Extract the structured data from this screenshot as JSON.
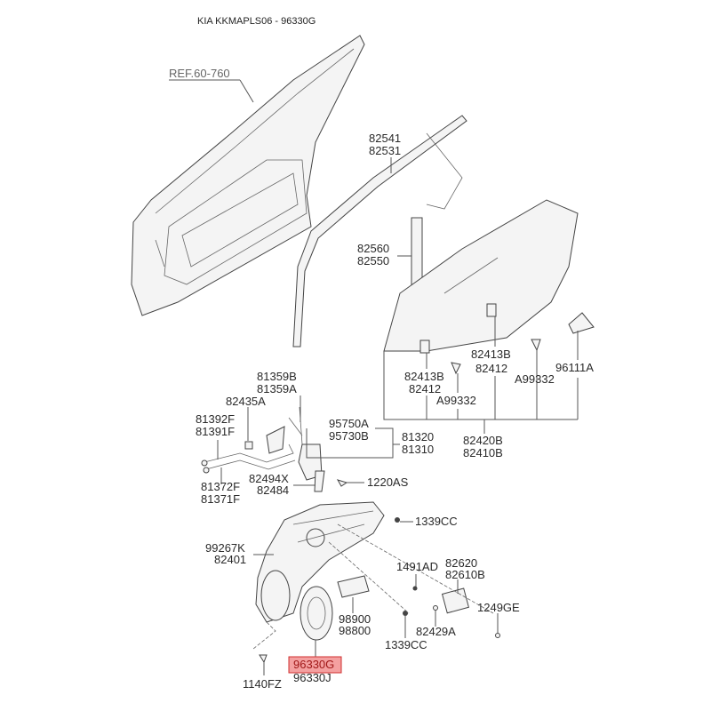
{
  "title": "KIA KKMAPLS06 - 96330G",
  "highlight_color": "#f08080",
  "labels": {
    "ref": "REF.60-760",
    "p82541": "82541",
    "p82531": "82531",
    "p82560": "82560",
    "p82550": "82550",
    "p82413B_r": "82413B",
    "p82412_r": "82412",
    "pA99332_r": "A99332",
    "p96111A": "96111A",
    "p82413B_l": "82413B",
    "p82412_l": "82412",
    "pA99332_l": "A99332",
    "p82420B": "82420B",
    "p82410B": "82410B",
    "p81359B": "81359B",
    "p81359A": "81359A",
    "p82435A": "82435A",
    "p81392F": "81392F",
    "p81391F": "81391F",
    "p95750A": "95750A",
    "p95730B": "95730B",
    "p81320": "81320",
    "p81310": "81310",
    "p82494X": "82494X",
    "p82484": "82484",
    "p1220AS": "1220AS",
    "p81372F": "81372F",
    "p81371F": "81371F",
    "p1339CC_a": "1339CC",
    "p99267K": "99267K",
    "p82401": "82401",
    "p1491AD": "1491AD",
    "p82620": "82620",
    "p82610B": "82610B",
    "p1249GE": "1249GE",
    "p98900": "98900",
    "p98800": "98800",
    "p82429A": "82429A",
    "p1339CC_b": "1339CC",
    "p96330G": "96330G",
    "p96330J": "96330J",
    "p1140FZ": "1140FZ"
  }
}
